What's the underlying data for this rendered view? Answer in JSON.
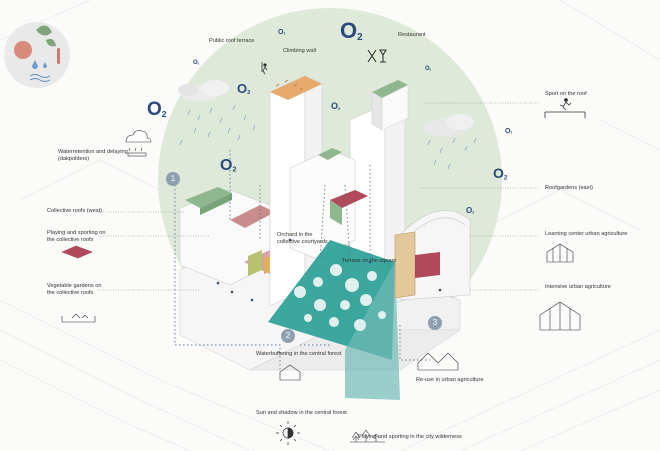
{
  "labels": {
    "public_roof_terrace": "Public roof terrace",
    "climbing_wall": "Climbing wall",
    "restaurant": "Restaurant",
    "sport_on_roof": "Sport on the roof",
    "water_retention": "Waterretention and delaying\n(dakpolders)",
    "roofgardens_east": "Roofgardens (east)",
    "collective_roofs_west": "Collective roofs (west)",
    "playing_collective_roofs": "Playing and sporting on\nthe collective roofs",
    "orchard": "Orchard in the\ncollective courtyards",
    "terrace_square": "Terrace on the square",
    "learning_center": "Learning center urban agriculture",
    "vegetable_gardens": "Vegetable gardens on\nthe collective roofs",
    "intensive_agriculture": "Intensive urban agriculture",
    "waterbuffering": "Waterbuffering in the central forest",
    "reuse": "Re-use in urban agriculture",
    "sun_shadow": "Sun and shadow in the central forest",
    "playing_wilderness": "Playing and sporting in the city wilderness"
  },
  "markers": {
    "one": "1",
    "two": "2",
    "three": "3"
  },
  "o2_text": "O",
  "o2_sub": "2",
  "colors": {
    "green_circle": "#dde8d9",
    "roof_green": "#8fb78e",
    "roof_orange": "#e8a96c",
    "roof_red": "#b04a5a",
    "forest_teal": "#2a9f97",
    "o2_blue": "#2b4a7c",
    "marker_gray": "#8e9fb0"
  },
  "icons": [
    "sustainability-emblem-icon",
    "cloud-rain-icon",
    "climber-icon",
    "restaurant-fork-glass-icon",
    "runner-icon",
    "bench-icon",
    "greenhouse-icon",
    "trees-icon",
    "sun-icon",
    "tree-icon"
  ]
}
